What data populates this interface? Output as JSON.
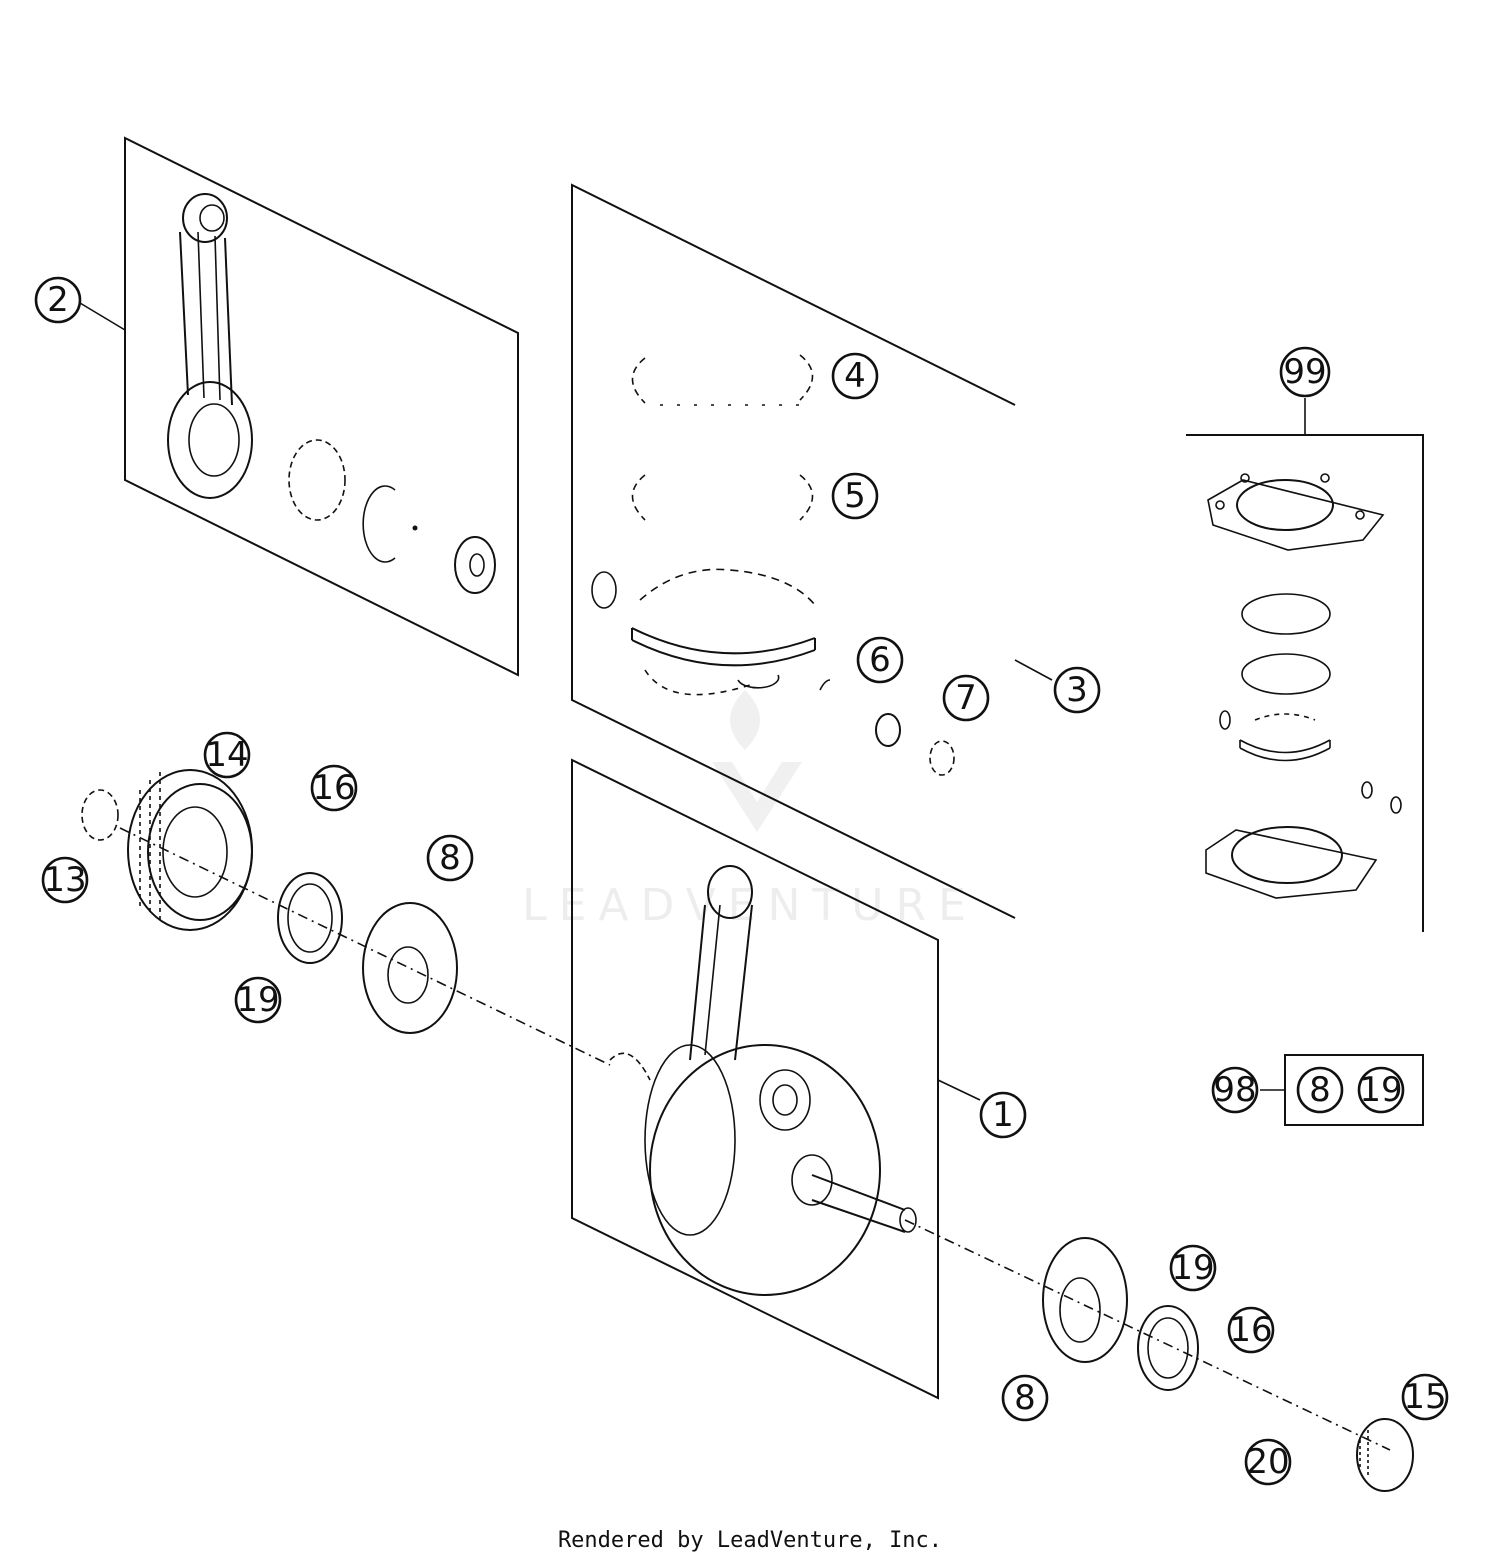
{
  "diagram": {
    "callouts": {
      "c1": "1",
      "c2": "2",
      "c3": "3",
      "c4": "4",
      "c5": "5",
      "c6": "6",
      "c7": "7",
      "c8a": "8",
      "c8b": "8",
      "c13": "13",
      "c14": "14",
      "c15": "15",
      "c16a": "16",
      "c16b": "16",
      "c19a": "19",
      "c19b": "19",
      "c20": "20",
      "c98": "98",
      "c98_8": "8",
      "c98_19": "19",
      "c99": "99"
    },
    "watermark": "LEADVENTURE"
  },
  "footer": {
    "text": "Rendered by LeadVenture, Inc."
  }
}
